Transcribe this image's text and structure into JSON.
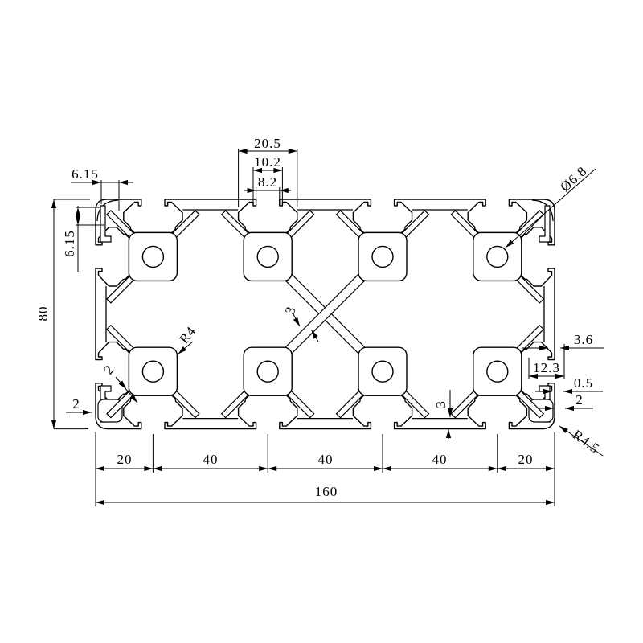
{
  "drawing": {
    "dims": {
      "slot_outer_width": "20.5",
      "slot_channel_width": "10.2",
      "slot_mouth_width": "8.2",
      "corner_offset_h": "6.15",
      "corner_offset_v": "6.15",
      "profile_height": "80",
      "bottom_left_wall": "2",
      "left_diag_wall": "2",
      "center_fillet_radius": "R4",
      "brace_thickness": "3",
      "bottom_wall": "3",
      "hole_diameter": "Ø6.8",
      "right_lip_depth": "3.6",
      "right_slot_depth": "12.3",
      "right_small_lip": "0.5",
      "right_wall": "2",
      "corner_radius": "R4.5",
      "bottom_segments": [
        "20",
        "40",
        "40",
        "40",
        "20"
      ],
      "profile_width": "160"
    }
  }
}
